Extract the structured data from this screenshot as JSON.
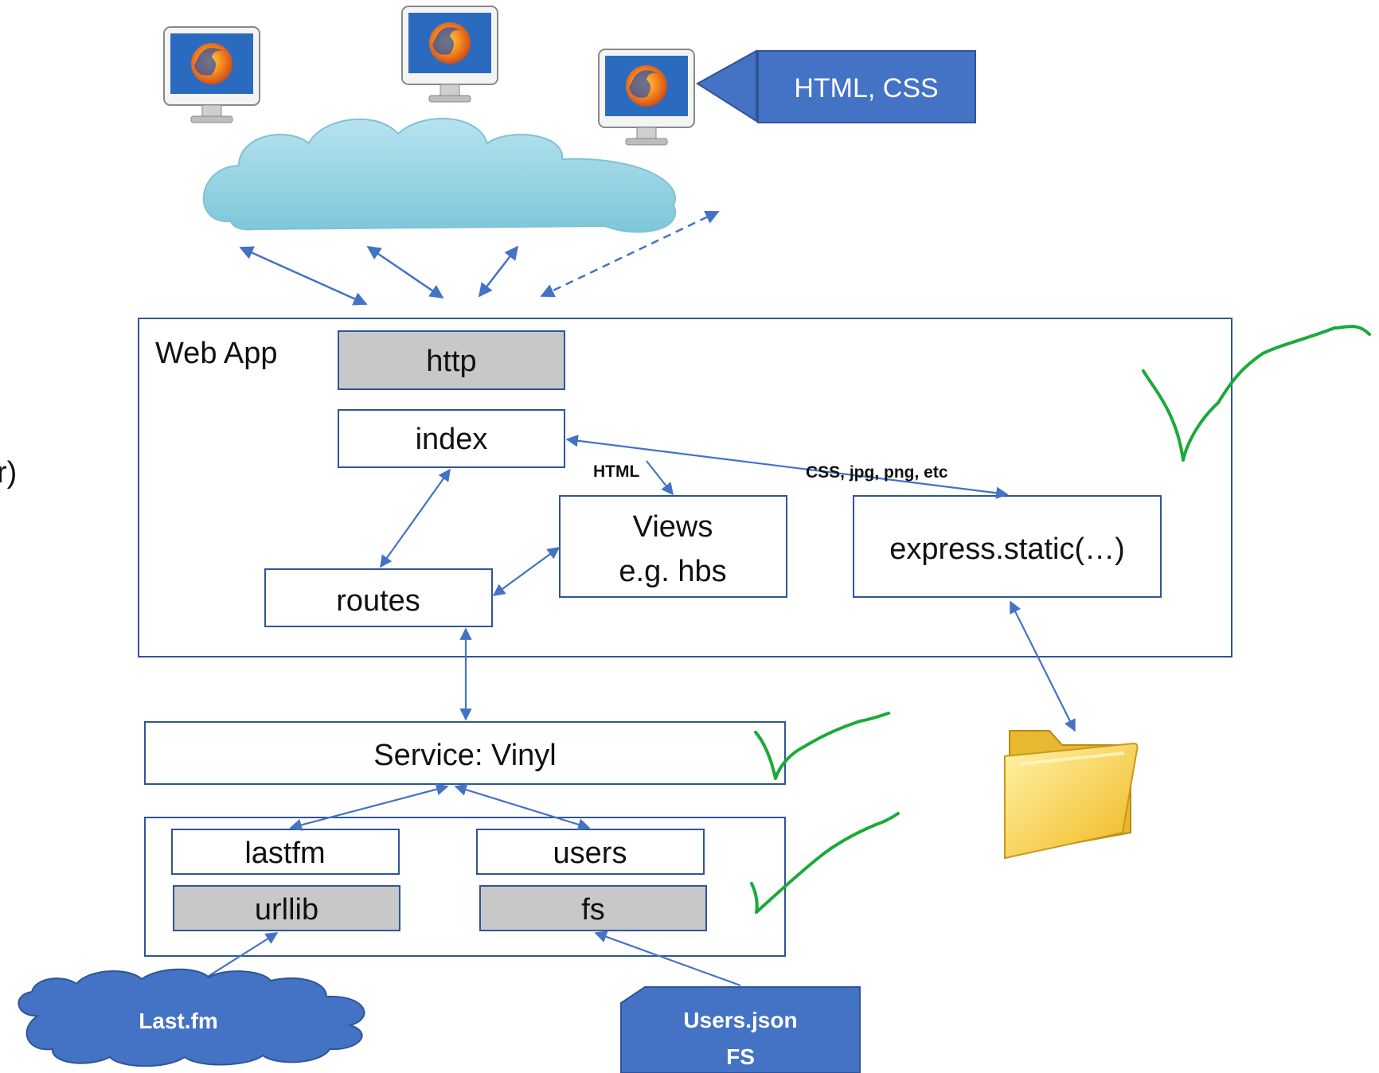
{
  "diagram": {
    "badge": {
      "label": "HTML, CSS"
    },
    "web_app": {
      "title": "Web App",
      "http": "http",
      "index": "index",
      "routes": "routes",
      "views_line1": "Views",
      "views_line2": "e.g. hbs",
      "static": "express.static(…)",
      "edge_html": "HTML",
      "edge_static": "CSS, jpg, png, etc"
    },
    "service": {
      "label": "Service: Vinyl"
    },
    "modules": {
      "lastfm": "lastfm",
      "urllib": "urllib",
      "users": "users",
      "fs": "fs"
    },
    "external": {
      "lastfm_cloud": "Last.fm",
      "users_file_line1": "Users.json",
      "users_file_line2": "FS"
    },
    "left_edge_fragment": "r)",
    "icons": [
      "monitor-firefox-icon",
      "cloud-icon",
      "folder-icon",
      "checkmark-icon"
    ],
    "colors": {
      "accent_blue": "#4472c4",
      "box_border": "#2f5597",
      "arrow": "#4472c4",
      "gray_fill": "#c8c8c8",
      "cloud_fill": "#8fcfe0",
      "check_green": "#1aaa3a",
      "folder": "#f5cf3a"
    }
  }
}
